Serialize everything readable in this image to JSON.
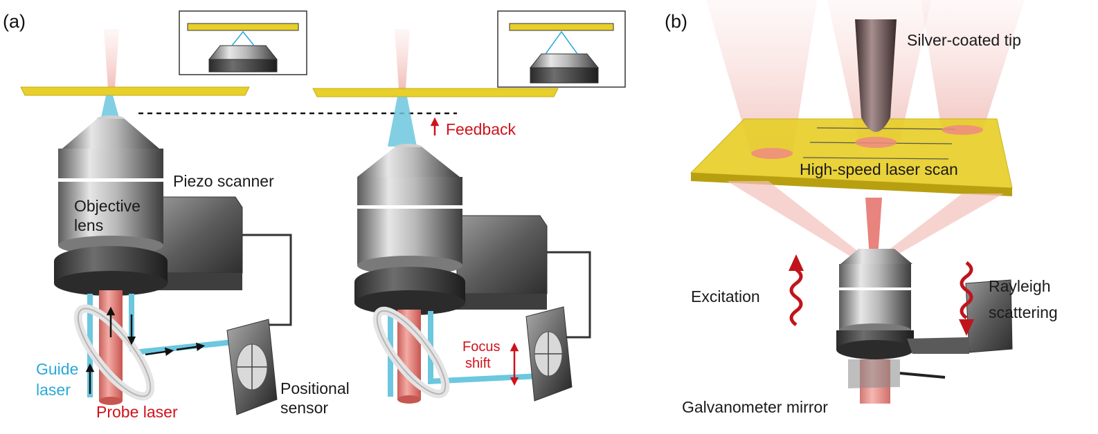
{
  "panels": {
    "a": "(a)",
    "b": "(b)"
  },
  "labels_a": {
    "feedback": "Feedback",
    "piezo_scanner": "Piezo scanner",
    "objective_line1": "Objective",
    "objective_line2": "lens",
    "guide_line1": "Guide",
    "guide_line2": "laser",
    "probe_laser": "Probe laser",
    "positional_line1": "Positional",
    "positional_line2": "sensor",
    "focus_line1": "Focus",
    "focus_line2": "shift"
  },
  "labels_b": {
    "silver_tip": "Silver-coated tip",
    "laser_scan": "High-speed laser scan",
    "excitation": "Excitation",
    "rayleigh_line1": "Rayleigh",
    "rayleigh_line2": "scattering",
    "galvanometer": "Galvanometer mirror"
  },
  "colors": {
    "sample_yellow": "#e8cf2a",
    "probe_red": "#e8837d",
    "guide_blue": "#6cc7df",
    "accent_red": "#d0121b"
  }
}
